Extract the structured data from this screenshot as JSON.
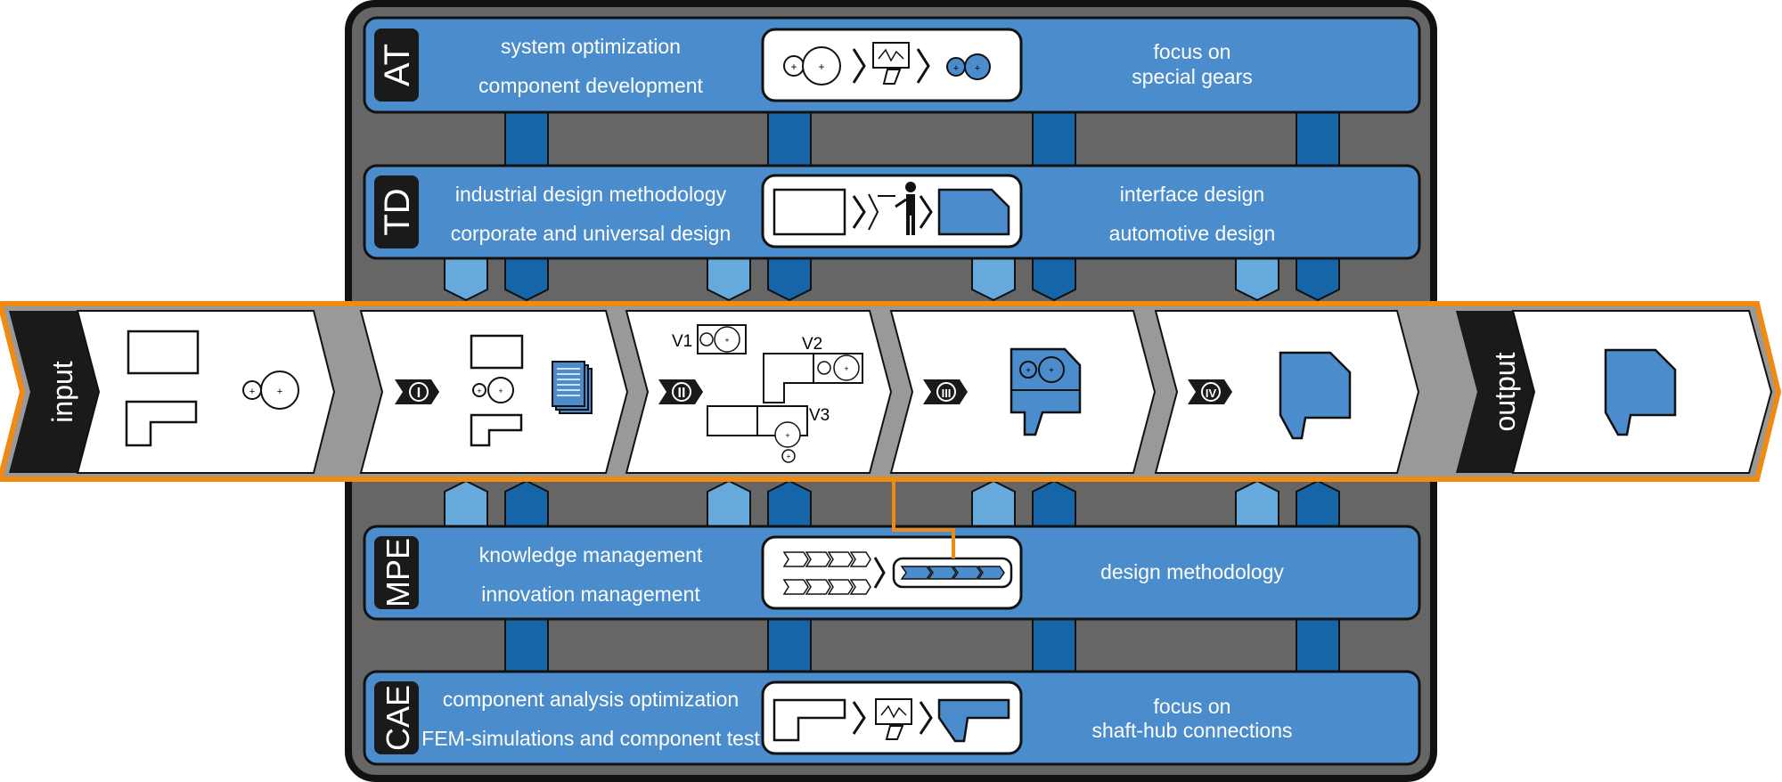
{
  "departments": [
    {
      "tag": "AT",
      "left_lines": [
        "system optimization",
        "component development"
      ],
      "right_lines": [
        "focus on",
        "special gears"
      ]
    },
    {
      "tag": "TD",
      "left_lines": [
        "industrial design methodology",
        "corporate and universal design"
      ],
      "right_lines": [
        "interface design",
        "automotive design"
      ]
    },
    {
      "tag": "MPE",
      "left_lines": [
        "knowledge management",
        "innovation management"
      ],
      "right_lines": [
        "design methodology"
      ]
    },
    {
      "tag": "CAE",
      "left_lines": [
        "component analysis optimization",
        "FEM-simulations and component test"
      ],
      "right_lines": [
        "focus on",
        "shaft-hub connections"
      ]
    }
  ],
  "process": {
    "input_label": "input",
    "output_label": "output",
    "stages": [
      "I",
      "II",
      "III",
      "IV"
    ],
    "variants": [
      "V1",
      "V2",
      "V3"
    ]
  },
  "colors": {
    "frame": "#666666",
    "panel_blue": "#4a8ccc",
    "dark_blue": "#1565a8",
    "light_blue": "#66aadd",
    "orange": "#f08a10",
    "dark": "#1a1a1a"
  }
}
